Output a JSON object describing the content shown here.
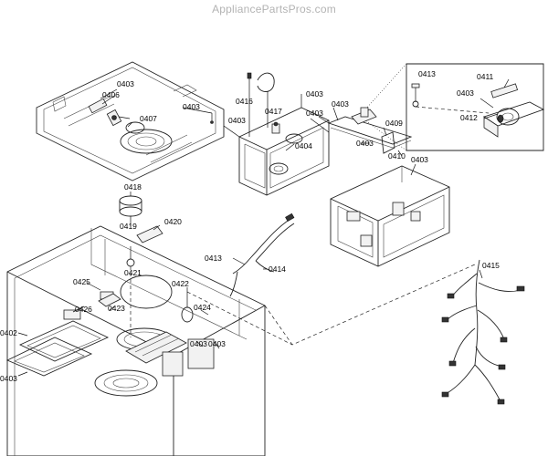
{
  "watermark": "AppliancePartsPros.com",
  "callouts": {
    "c0403": "0403",
    "c0406": "0406",
    "c0407": "0407",
    "c0404": "0404",
    "c0409": "0409",
    "c0410": "0410",
    "c0411": "0411",
    "c0412": "0412",
    "c0413": "0413",
    "c0414": "0414",
    "c0415": "0415",
    "c0416": "0416",
    "c0417": "0417",
    "c0418": "0418",
    "c0419": "0419",
    "c0420": "0420",
    "c0421": "0421",
    "c0422": "0422",
    "c0423": "0423",
    "c0424": "0424",
    "c0425": "0425",
    "c0426": "0426",
    "c0402": "0402"
  }
}
